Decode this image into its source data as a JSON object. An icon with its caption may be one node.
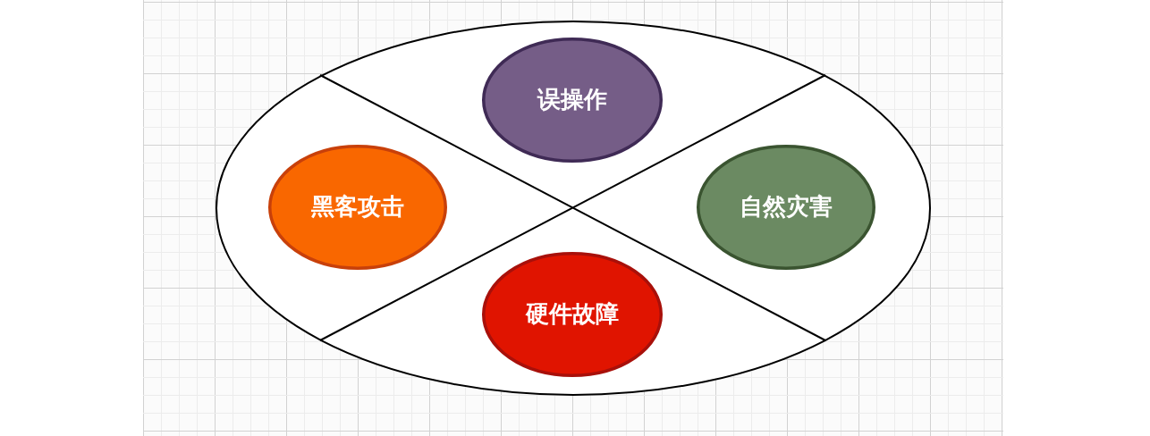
{
  "diagram": {
    "nodes": [
      {
        "text": [],
        "shape": "ellipse"
      },
      {
        "text": [
          "误操作"
        ],
        "in": 0
      },
      {
        "text": [
          "黑客攻击"
        ],
        "in": 0
      },
      {
        "text": [
          "自然灾害"
        ],
        "in": 0
      },
      {
        "text": [
          "硬件故障"
        ],
        "in": 0
      }
    ]
  }
}
